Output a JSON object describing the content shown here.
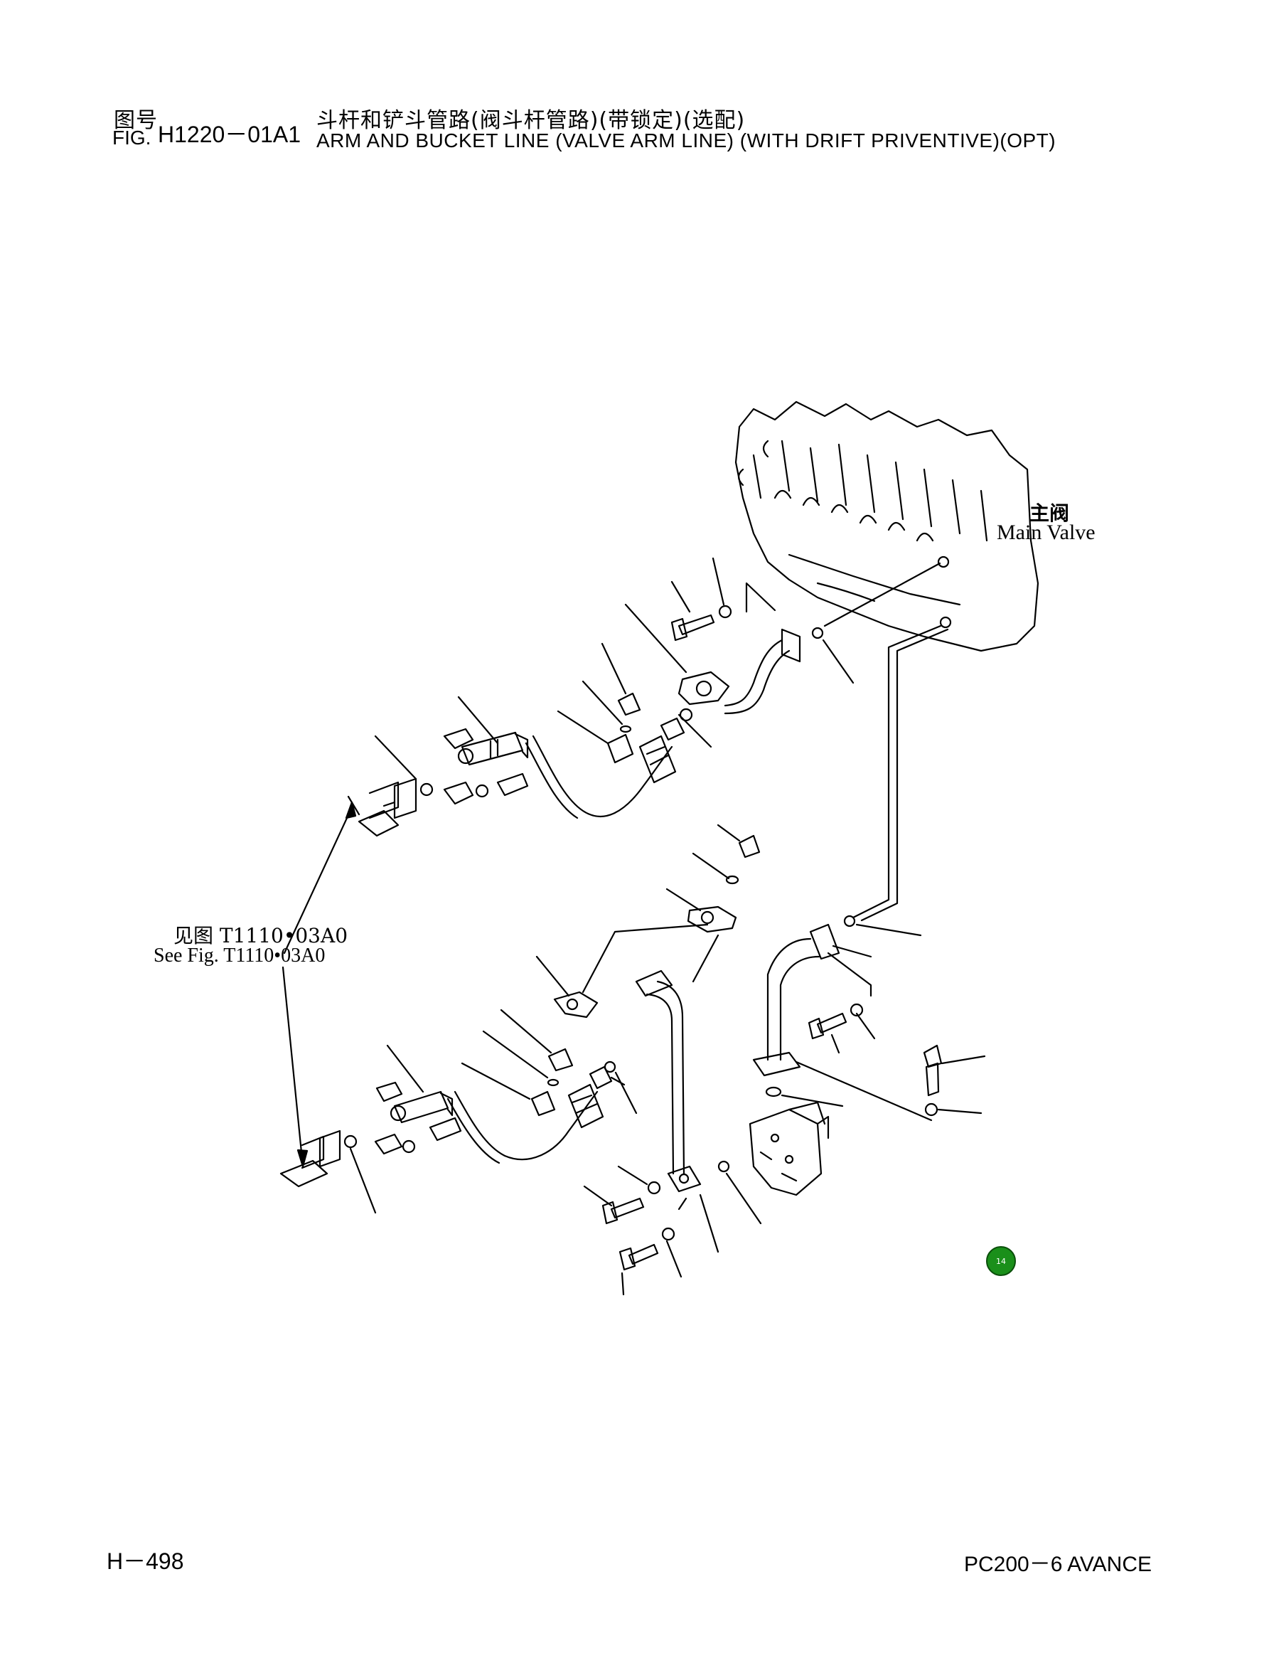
{
  "header": {
    "fig_cn": "图号",
    "fig_en": "FIG.",
    "fig_code": "H1220－01A1",
    "title_cn": "斗杆和铲斗管路(阀斗杆管路)(带锁定)(选配)",
    "title_en": "ARM AND BUCKET LINE (VALVE ARM LINE) (WITH DRIFT PRIVENTIVE)(OPT)"
  },
  "labels": {
    "main_valve_cn": "主阀",
    "main_valve_en": "Main Valve",
    "see_fig_cn": "见图 T1110•03A0",
    "see_fig_en": "See Fig. T1110•03A0"
  },
  "badge": {
    "text": "14",
    "color": "#1a8f1a"
  },
  "footer": {
    "page": "H－498",
    "model": "PC200－6 AVANCE"
  }
}
